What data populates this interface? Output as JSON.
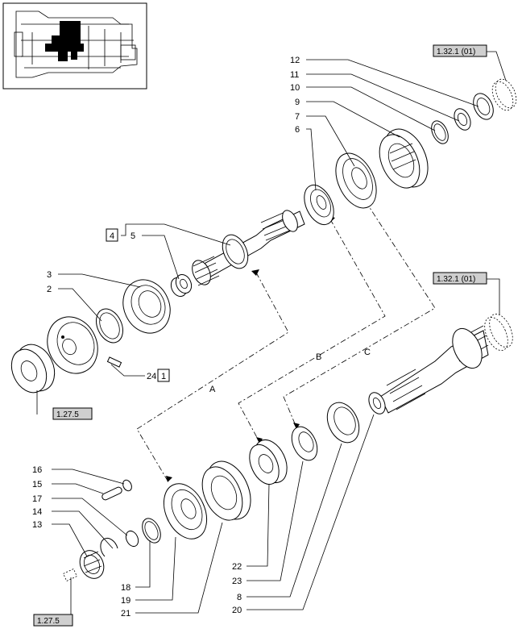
{
  "references": {
    "top_right": "1.32.1 (01)",
    "mid_right": "1.32.1 (01)",
    "left_gear": "1.27.5",
    "bottom_left": "1.27.5"
  },
  "boxed_numbers": {
    "b4": "4",
    "b1": "1"
  },
  "callouts": {
    "n2": "2",
    "n3": "3",
    "n5": "5",
    "n6": "6",
    "n7": "7",
    "n8": "8",
    "n9": "9",
    "n10": "10",
    "n11": "11",
    "n12": "12",
    "n13": "13",
    "n14": "14",
    "n15": "15",
    "n16": "16",
    "n17": "17",
    "n18": "18",
    "n19": "19",
    "n20": "20",
    "n21": "21",
    "n22": "22",
    "n23": "23",
    "n24": "24"
  },
  "path_letters": {
    "a": "A",
    "b": "B",
    "c": "C"
  }
}
